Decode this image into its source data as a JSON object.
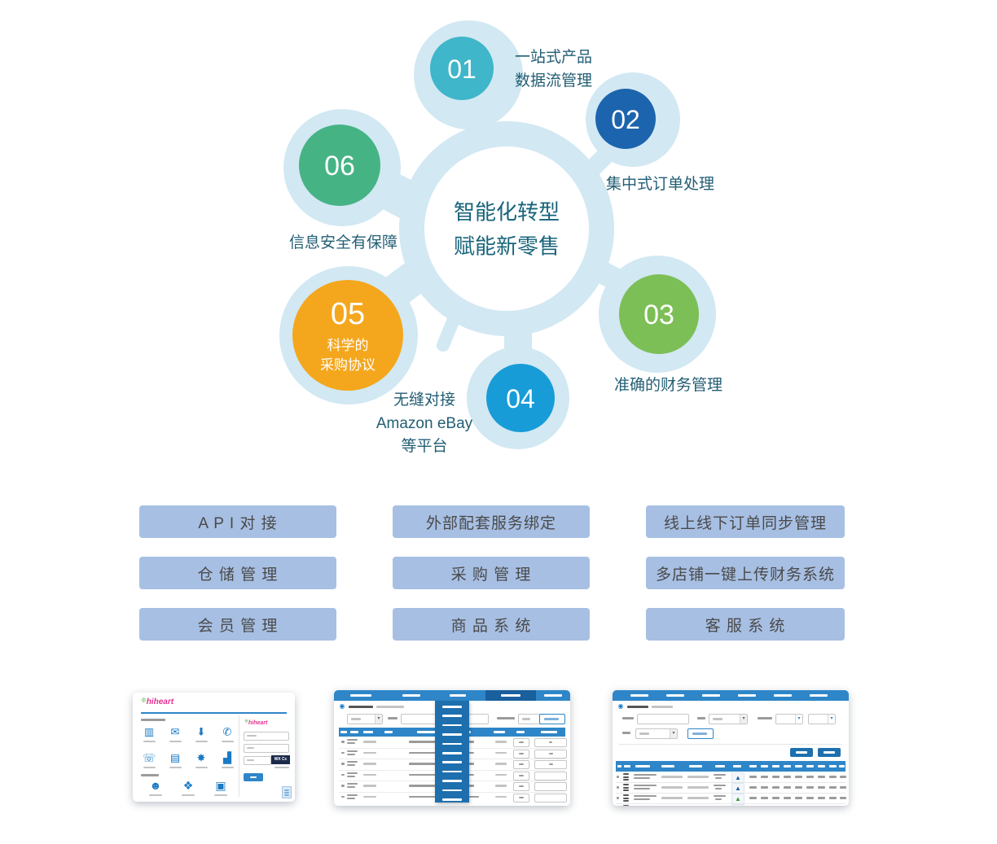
{
  "diagram": {
    "center_text": "智能化转型\n赋能新零售",
    "halo_color": "#d2e8f3",
    "label_color": "#235e74",
    "nodes": [
      {
        "number": "01",
        "label": "一站式产品\n数据流管理",
        "color": "#3fb6c9"
      },
      {
        "number": "02",
        "label": "集中式订单处理",
        "color": "#1c64ad"
      },
      {
        "number": "03",
        "label": "准确的财务管理",
        "color": "#7dbf57"
      },
      {
        "number": "04",
        "label": "无缝对接\nAmazon eBay\n等平台",
        "color": "#189cd8"
      },
      {
        "number": "05",
        "label": "科学的\n采购协议",
        "color": "#f4a71d"
      },
      {
        "number": "06",
        "label": "信息安全有保障",
        "color": "#46b385"
      }
    ]
  },
  "features": {
    "button_bg": "#a7bfe3",
    "button_text_color": "#4a4a4a",
    "buttons": [
      {
        "label": "A P I 对 接"
      },
      {
        "label": "外部配套服务绑定"
      },
      {
        "label": "线上线下订单同步管理"
      },
      {
        "label": "仓 储 管 理"
      },
      {
        "label": "采 购 管 理"
      },
      {
        "label": "多店铺一键上传财务系统"
      },
      {
        "label": "会 员 管 理"
      },
      {
        "label": "商 品 系 统"
      },
      {
        "label": "客 服 系 统"
      }
    ]
  },
  "screenshots": {
    "nav_color": "#2e86c8",
    "dropdown_color": "#1d6fae",
    "login": {
      "logo_text": "hiheart",
      "logo_mark": "❊",
      "captcha_text": "WX Cc"
    },
    "catalog": {},
    "orders": {}
  }
}
